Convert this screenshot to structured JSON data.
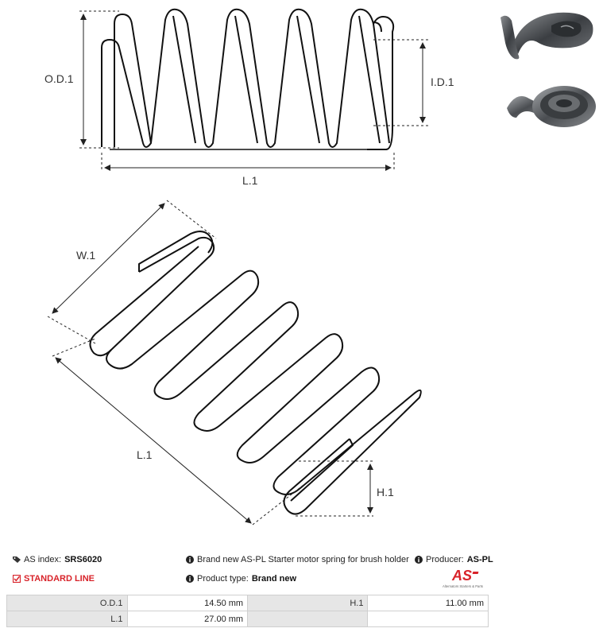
{
  "drawing_top": {
    "label_od": "O.D.1",
    "label_id": "I.D.1",
    "label_l": "L.1"
  },
  "drawing_bottom": {
    "label_w": "W.1",
    "label_l": "L.1",
    "label_h": "H.1"
  },
  "info": {
    "as_index_label": "AS index:",
    "as_index_value": "SRS6020",
    "standard_line": "STANDARD LINE",
    "description": "Brand new AS-PL Starter motor spring for brush holder",
    "producer_label": "Producer:",
    "producer_value": "AS-PL",
    "product_type_label": "Product type:",
    "product_type_value": "Brand new"
  },
  "logo": {
    "mark": "AS",
    "tagline": "Alternators Starters & Parts",
    "color": "#d8232a"
  },
  "specs": [
    {
      "k1": "O.D.1",
      "v1": "14.50 mm",
      "k2": "H.1",
      "v2": "11.00 mm"
    },
    {
      "k1": "L.1",
      "v1": "27.00 mm",
      "k2": "",
      "v2": ""
    }
  ],
  "colors": {
    "accent": "#d8232a",
    "header_bg": "#e6e6e6"
  }
}
